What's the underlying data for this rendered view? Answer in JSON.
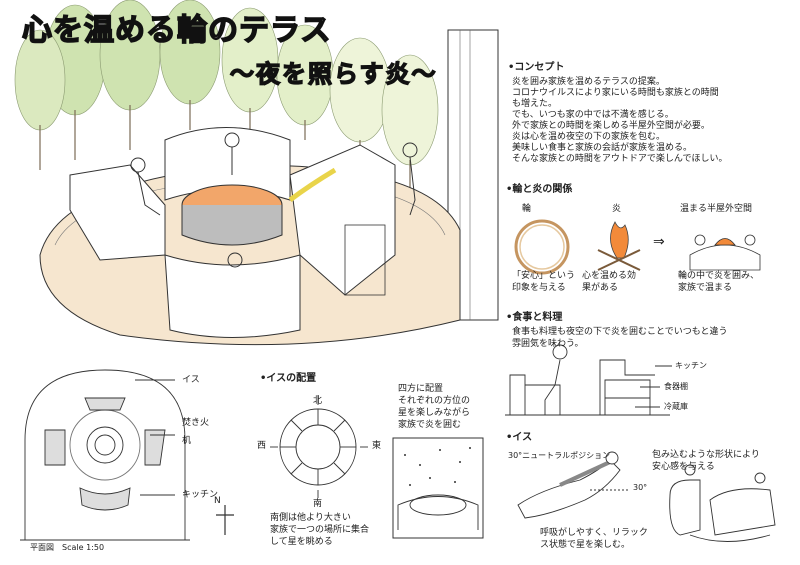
{
  "title": "心を温める輪のテラス",
  "subtitle": "〜夜を照らす炎〜",
  "concept": {
    "heading": "•コンセプト",
    "lines": [
      "炎を囲み家族を温めるテラスの提案。",
      "コロナウイルスにより家にいる時間も家族との時間",
      "も増えた。",
      "でも、いつも家の中では不満を感じる。",
      "外で家族との時間を楽しめる半屋外空間が必要。",
      "炎は心を温め夜空の下の家族を包む。",
      "美味しい食事と家族の会話が家族を温める。",
      "そんな家族との時間をアウトドアで楽しんでほしい。"
    ]
  },
  "ring_fire": {
    "heading": "•輪と炎の関係",
    "ring_label": "輪",
    "fire_label": "炎",
    "arrow": "⇒",
    "result_label": "温まる半屋外空間",
    "ring_desc": [
      "「安心」という",
      "印象を与える"
    ],
    "fire_desc": [
      "心を温める効",
      "果がある"
    ],
    "result_desc": [
      "輪の中で炎を囲み、",
      "家族で温まる"
    ]
  },
  "food": {
    "heading": "•食事と料理",
    "lines": [
      "食事も料理も夜空の下で炎を囲むことでいつもと違う",
      "雰囲気を味わう。"
    ],
    "labels": [
      "キッチン",
      "食器棚",
      "冷蔵庫"
    ]
  },
  "chair": {
    "heading": "•イス",
    "position_label": "30°ニュートラルポジション",
    "angle_label": "30°",
    "desc_right": [
      "包み込むような形状により",
      "安心感を与える"
    ],
    "desc_bottom": [
      "呼吸がしやすく、リラック",
      "ス状態で星を楽しむ。"
    ]
  },
  "plan": {
    "labels": [
      "イス",
      "焚き火",
      "机",
      "キッチン"
    ],
    "scale": "平面図　Scale 1:50",
    "north": "N"
  },
  "layout": {
    "heading": "•イスの配置",
    "north": "北",
    "west": "西",
    "east": "東",
    "south": "南",
    "desc_top": [
      "四方に配置",
      "それぞれの方位の",
      "星を楽しみながら",
      "家族で炎を囲む"
    ],
    "desc_bottom": [
      "南側は他より大きい",
      "家族で一つの場所に集合",
      "して星を眺める"
    ]
  }
}
